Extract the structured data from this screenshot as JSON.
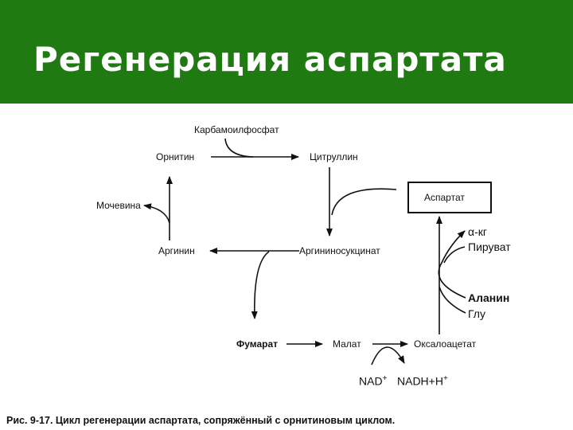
{
  "title": "Регенерация аспартата",
  "nodes": {
    "carbamoyl": "Карбамоилфосфат",
    "ornithine": "Орнитин",
    "citrulline": "Цитруллин",
    "urea": "Мочевина",
    "aspartate": "Аспартат",
    "arginine": "Аргинин",
    "argininosuccinate": "Аргининосукцинат",
    "alpha_kg": "α-кг",
    "pyruvate": "Пируват",
    "alanine": "Аланин",
    "glu": "Глу",
    "fumarate": "Фумарат",
    "malate": "Малат",
    "oxaloacetate": "Оксалоацетат",
    "nad": "NAD",
    "nad_sup": "+",
    "nadh": "NADH+H",
    "nadh_sup": "+"
  },
  "caption": "Рис. 9-17. Цикл регенерации аспартата, сопряжённый с орнитиновым циклом."
}
